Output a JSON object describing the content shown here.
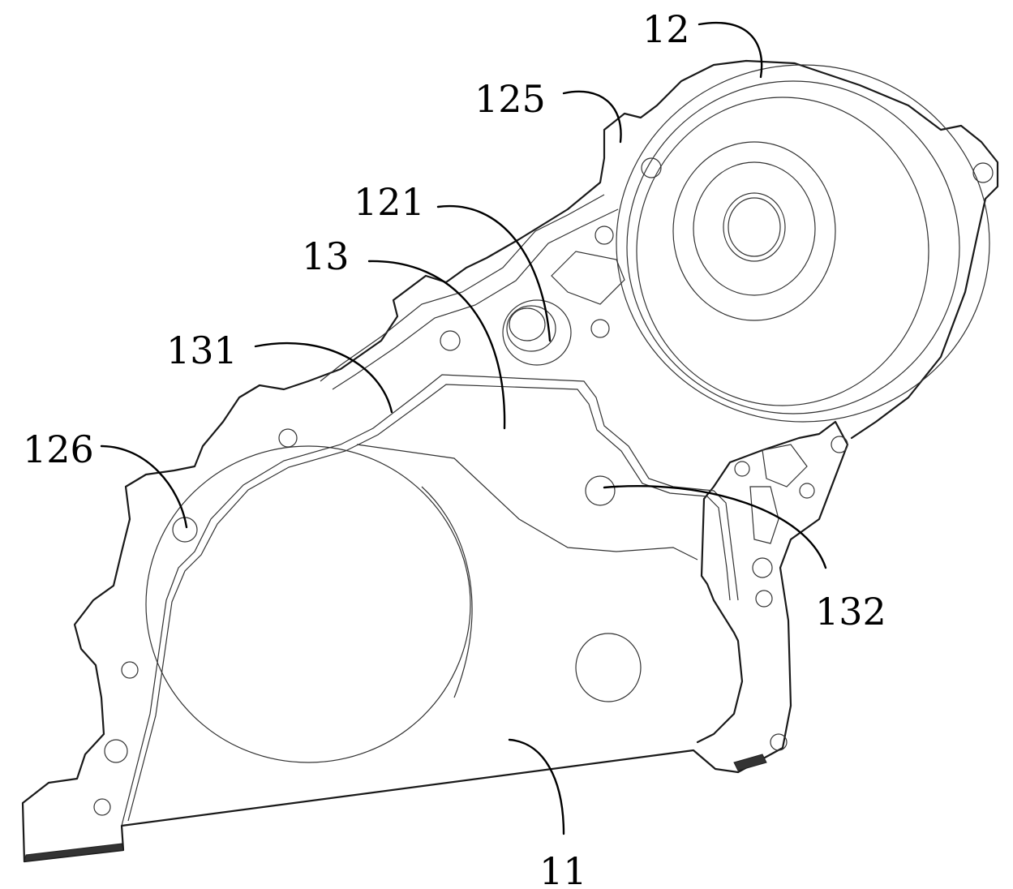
{
  "labels": {
    "l12": "12",
    "l125": "125",
    "l121": "121",
    "l13": "13",
    "l131": "131",
    "l126": "126",
    "l132": "132",
    "l11": "11"
  }
}
